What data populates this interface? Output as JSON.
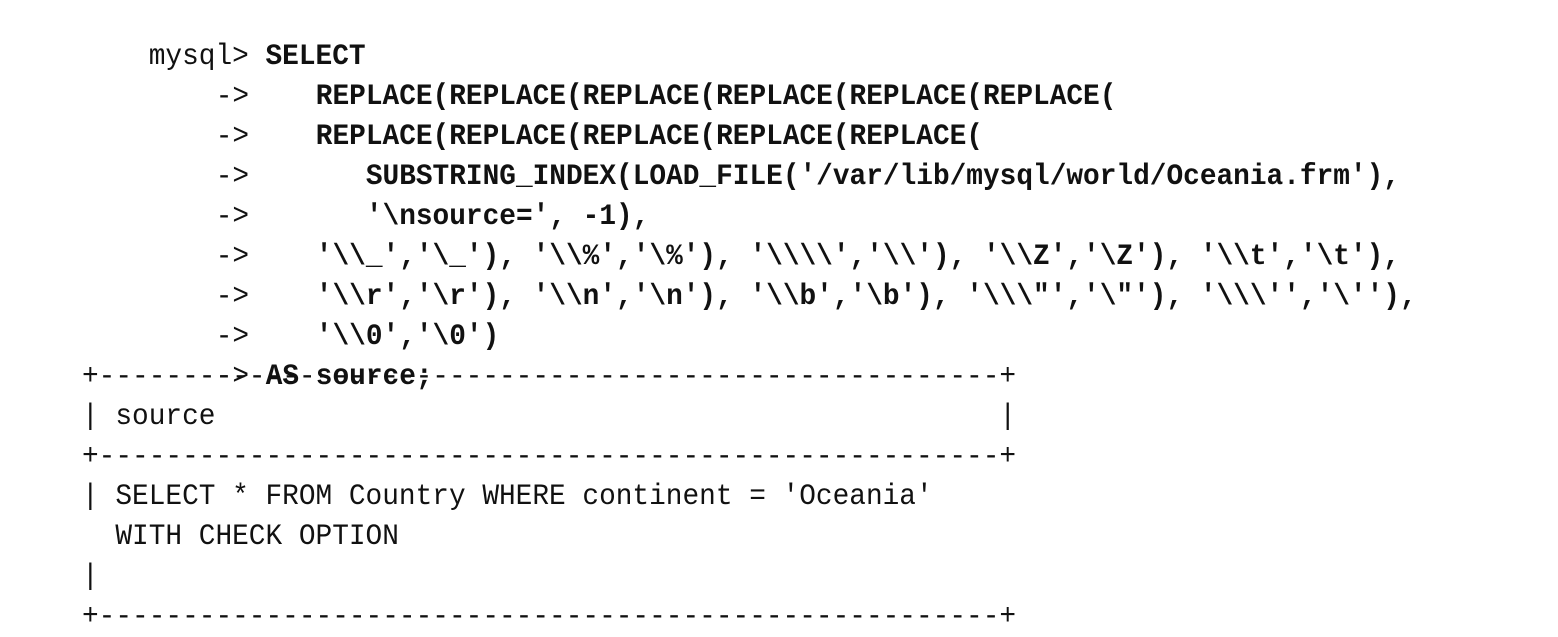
{
  "query": {
    "prompt": "mysql>",
    "keyword": "SELECT",
    "continuation_prompt": "->",
    "lines": [
      "   REPLACE(REPLACE(REPLACE(REPLACE(REPLACE(REPLACE(",
      "   REPLACE(REPLACE(REPLACE(REPLACE(REPLACE(",
      "      SUBSTRING_INDEX(LOAD_FILE('/var/lib/mysql/world/Oceania.frm'),",
      "      '\\nsource=', -1),",
      "   '\\\\_','\\_'), '\\\\%','\\%'), '\\\\\\\\','\\\\'), '\\\\Z','\\Z'), '\\\\t','\\t'),",
      "   '\\\\r','\\r'), '\\\\n','\\n'), '\\\\b','\\b'), '\\\\\\\"','\\\"'), '\\\\\\'','\\''),",
      "   '\\\\0','\\0')",
      "AS source;"
    ]
  },
  "result": {
    "border": "+------------------------------------------------------+",
    "header": "| source                                               |",
    "rows": [
      "| SELECT * FROM Country WHERE continent = 'Oceania'",
      "  WITH CHECK OPTION",
      "|"
    ]
  }
}
